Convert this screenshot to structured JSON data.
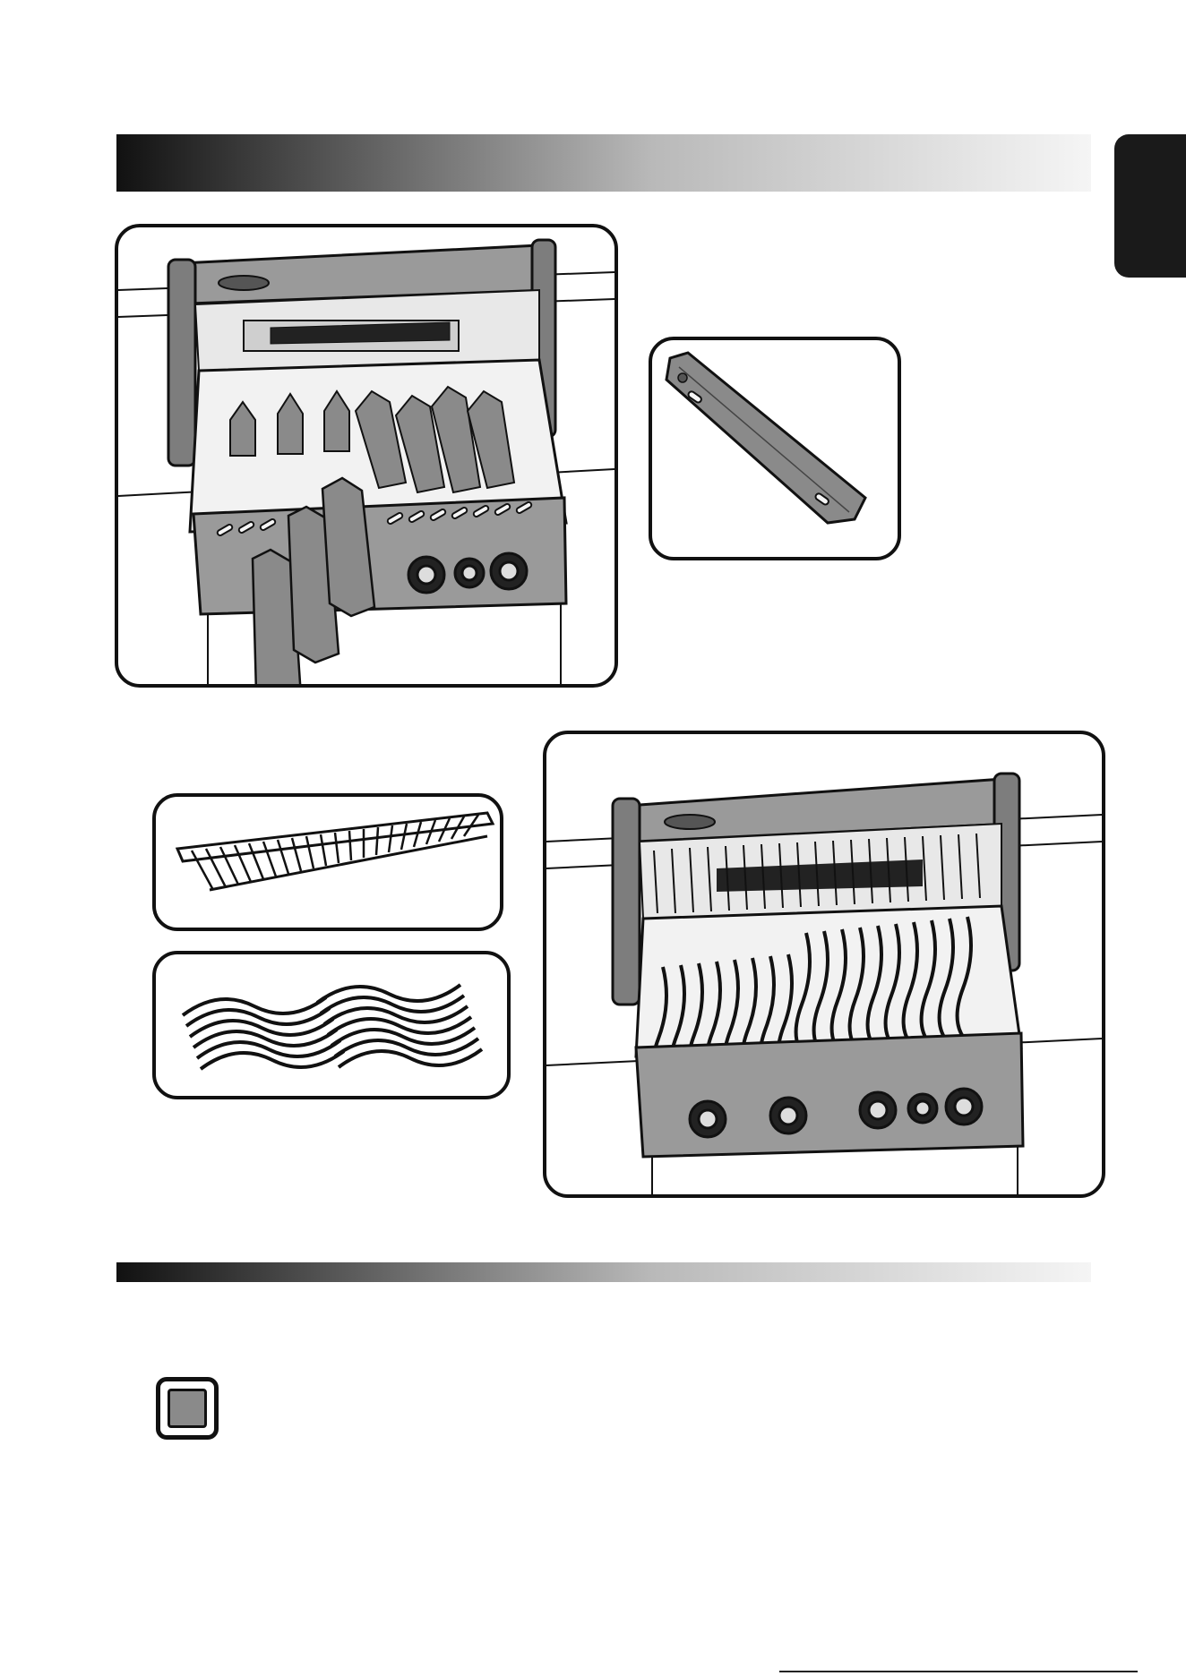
{
  "page": {
    "header_bar": "section-header-bar",
    "side_tab": "language-tab",
    "note_icon": "note-icon"
  },
  "figures": [
    {
      "name": "grill-heat-shields-installation",
      "description_icon": "grill-icon"
    },
    {
      "name": "heat-shield-detail",
      "description_icon": "heat-shield-icon"
    },
    {
      "name": "warming-rack-detail",
      "description_icon": "warming-rack-icon"
    },
    {
      "name": "cooking-grids-detail",
      "description_icon": "cooking-grid-icon"
    },
    {
      "name": "grill-grids-installation",
      "description_icon": "grill-icon"
    }
  ],
  "colors": {
    "outline": "#111111",
    "metal": "#8c8c8c",
    "metal_dark": "#555555",
    "metal_light": "#b5b5b5"
  }
}
